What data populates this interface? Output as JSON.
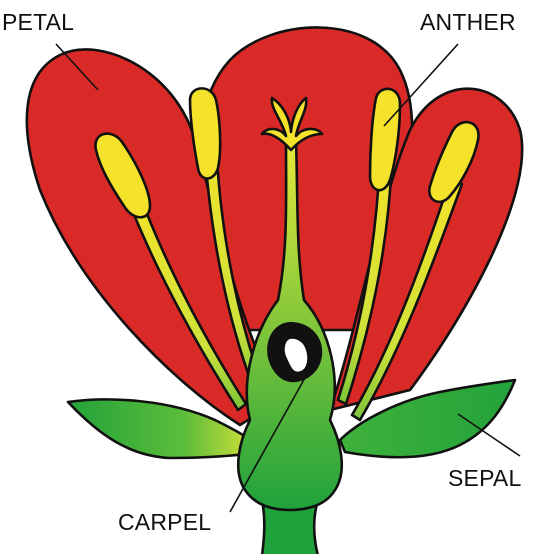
{
  "labels": {
    "petal": "PETAL",
    "anther": "ANTHER",
    "sepal": "SEPAL",
    "carpel": "CARPEL"
  },
  "colors": {
    "petal": "#d92a27",
    "anther": "#f5e22a",
    "sepal_green": "#2aa43a",
    "sepal_yellow": "#d8e23a",
    "ovule": "#111111",
    "outline": "#111111"
  }
}
